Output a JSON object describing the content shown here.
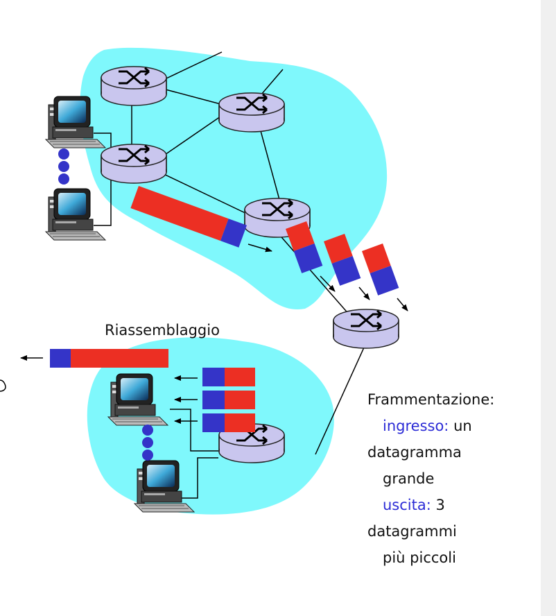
{
  "labels": {
    "reassembly": "Riassemblaggio",
    "fragmentation_title": "Frammentazione:",
    "input_key": "ingresso:",
    "input_value": "un",
    "input_line2": "datagramma",
    "input_line3": "grande",
    "output_key": "uscita:",
    "output_value": "3",
    "output_line2": "datagrammi",
    "output_line3": "più piccoli"
  },
  "colors": {
    "cloud": "#7ff8fc",
    "router_fill": "#c9c6ee",
    "packet_header": "#3434c8",
    "packet_payload": "#ec2f23",
    "accent_text": "#2b2bd6"
  },
  "icons": [
    "router-icon",
    "computer-icon",
    "ellipsis-dots-icon",
    "arrow-icon"
  ]
}
